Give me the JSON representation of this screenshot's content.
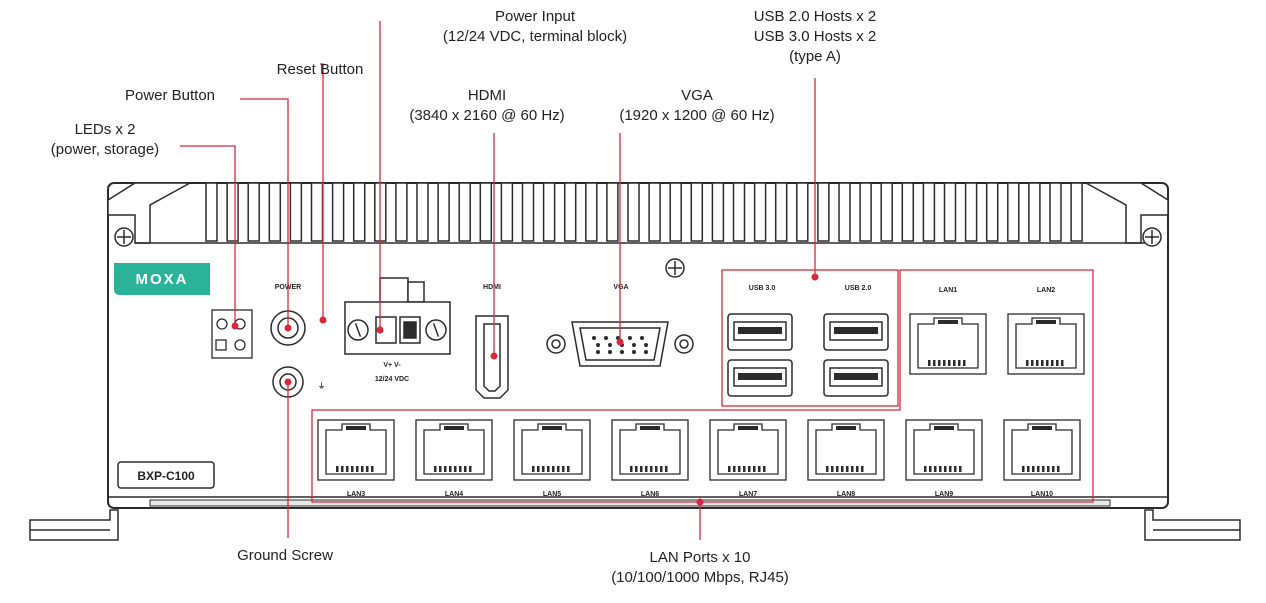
{
  "callouts": {
    "leds": {
      "line1": "LEDs x 2",
      "line2": "(power, storage)"
    },
    "power_button": {
      "line1": "Power Button"
    },
    "reset_button": {
      "line1": "Reset Button"
    },
    "power_input": {
      "line1": "Power Input",
      "line2": "(12/24 VDC, terminal block)"
    },
    "hdmi": {
      "line1": "HDMI",
      "line2": "(3840 x 2160 @ 60 Hz)"
    },
    "vga": {
      "line1": "VGA",
      "line2": "(1920 x 1200 @ 60 Hz)"
    },
    "usb": {
      "line1": "USB 2.0 Hosts x 2",
      "line2": "USB 3.0 Hosts x 2",
      "line3": "(type A)"
    },
    "ground_screw": {
      "line1": "Ground Screw"
    },
    "lan": {
      "line1": "LAN Ports x 10",
      "line2": "(10/100/1000 Mbps, RJ45)"
    }
  },
  "panel": {
    "brand": "MOXA",
    "model": "BXP-C100",
    "power_label": "POWER",
    "hdmi_label": "HDMI",
    "vga_label": "VGA",
    "usb30_label": "USB 3.0",
    "usb20_label": "USB 2.0",
    "terminal_polarity": "V+   V-",
    "terminal_voltage": "12/24 VDC",
    "ground_symbol": "⏚",
    "lan_labels": [
      "LAN1",
      "LAN2",
      "LAN3",
      "LAN4",
      "LAN5",
      "LAN6",
      "LAN7",
      "LAN8",
      "LAN9",
      "LAN10"
    ]
  },
  "colors": {
    "callout": "#d8283a",
    "outline": "#2b2b2b",
    "brand": "#2bb39a"
  }
}
